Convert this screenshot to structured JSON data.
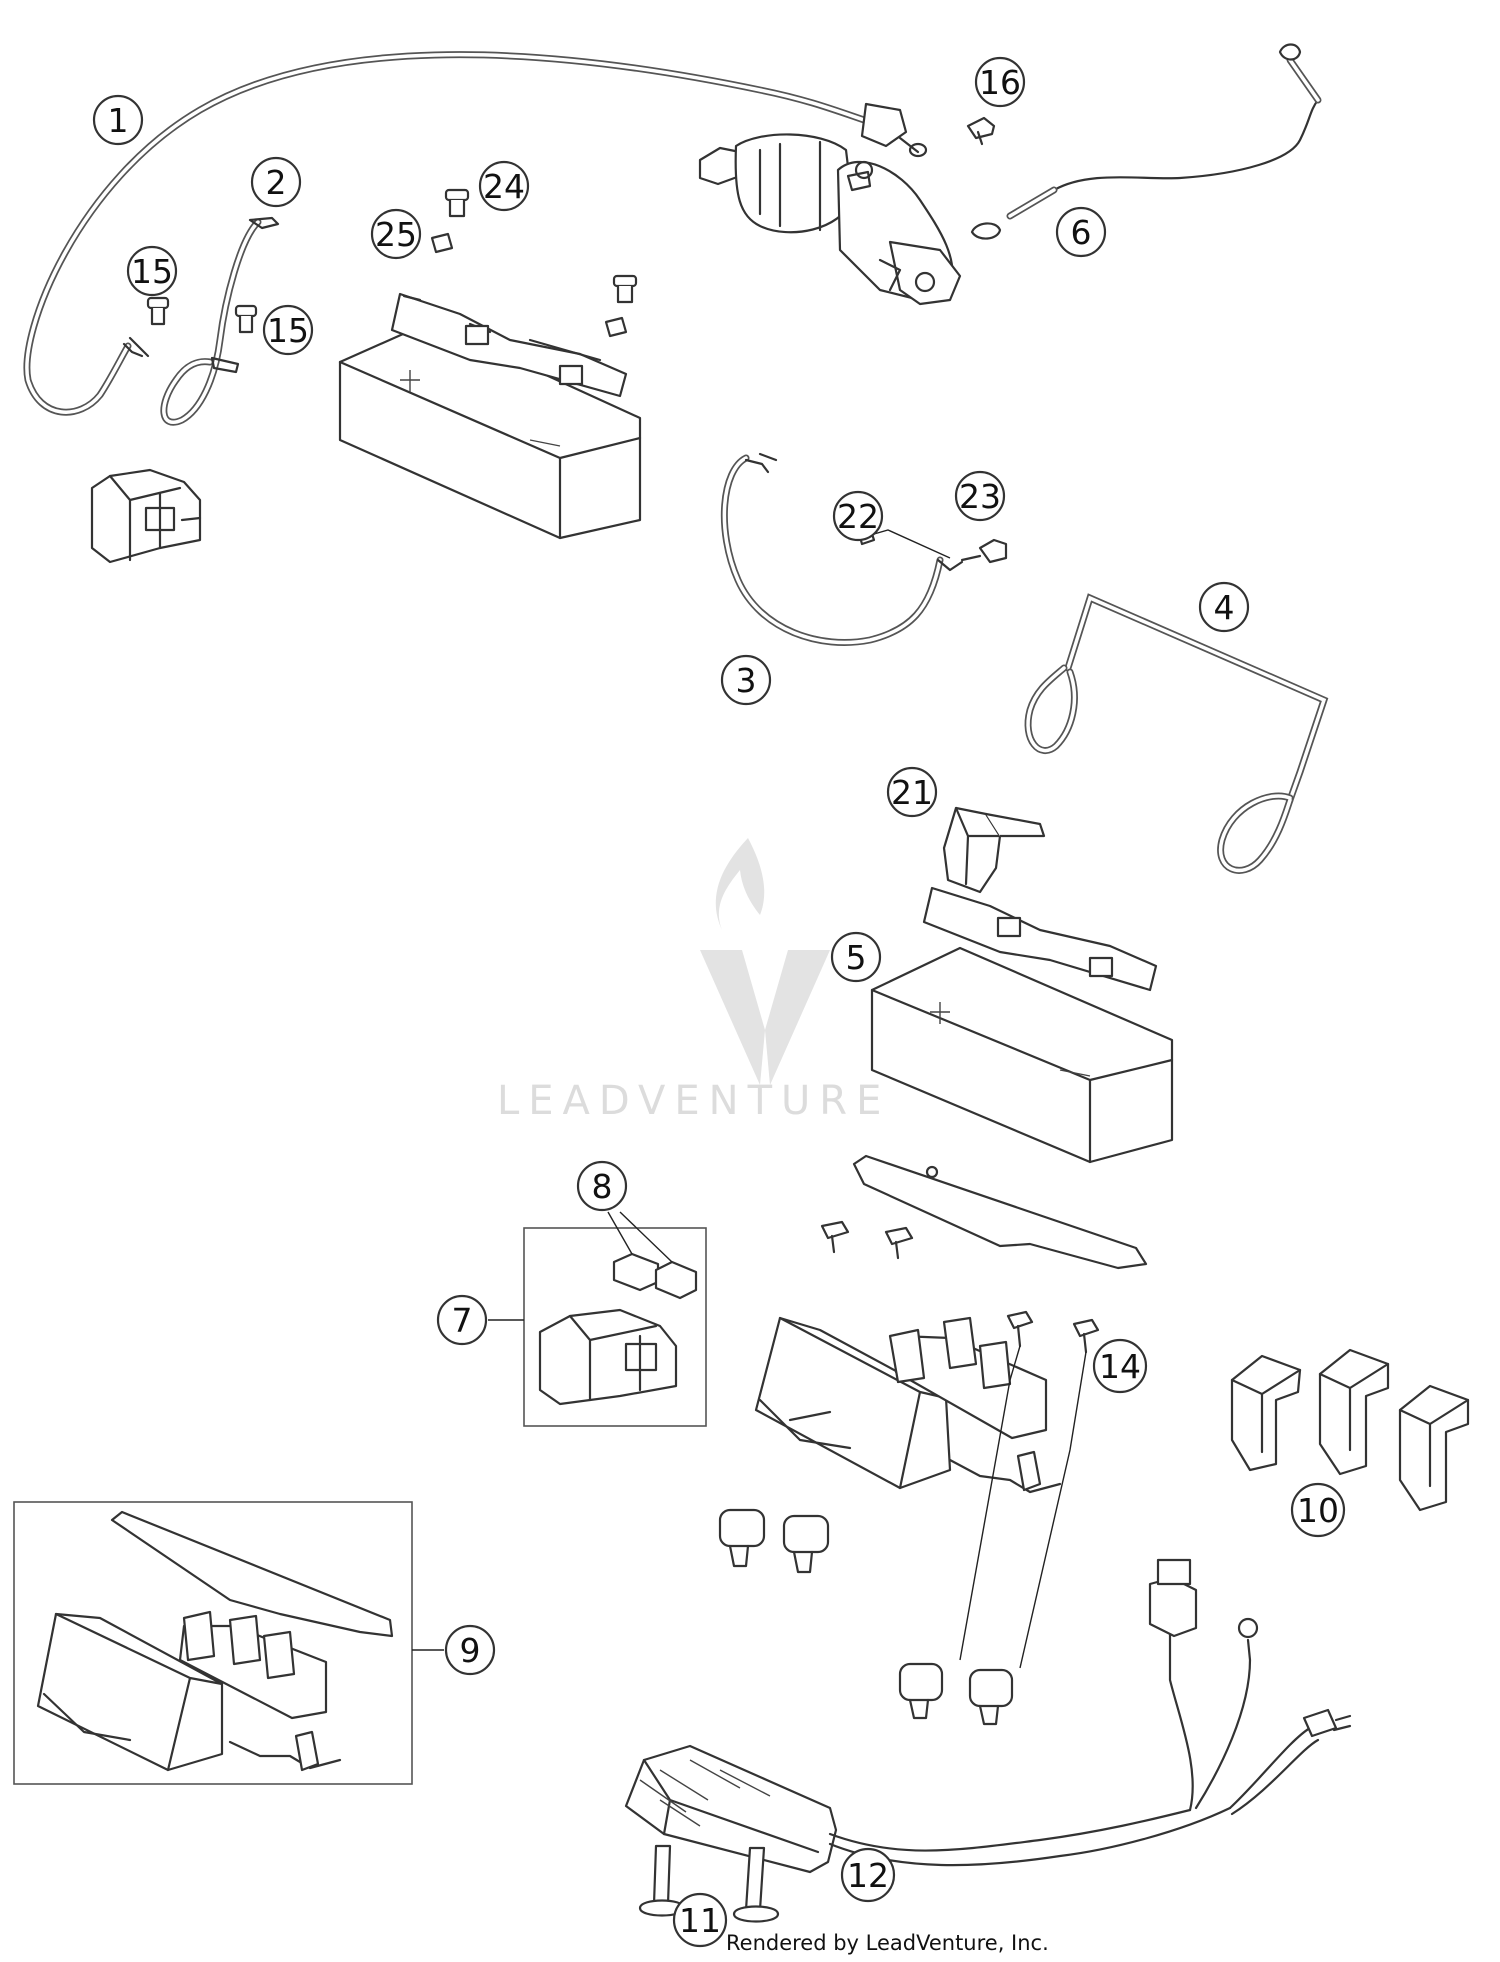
{
  "credit": "Rendered by LeadVenture, Inc.",
  "watermark": {
    "text": "LEADVENTURE"
  },
  "callouts": [
    {
      "id": "c1",
      "label": "1"
    },
    {
      "id": "c2",
      "label": "2"
    },
    {
      "id": "c3",
      "label": "3"
    },
    {
      "id": "c4",
      "label": "4"
    },
    {
      "id": "c5",
      "label": "5"
    },
    {
      "id": "c6",
      "label": "6"
    },
    {
      "id": "c7",
      "label": "7"
    },
    {
      "id": "c8",
      "label": "8"
    },
    {
      "id": "c9",
      "label": "9"
    },
    {
      "id": "c10",
      "label": "10"
    },
    {
      "id": "c11",
      "label": "11"
    },
    {
      "id": "c12",
      "label": "12"
    },
    {
      "id": "c14",
      "label": "14"
    },
    {
      "id": "c15a",
      "label": "15"
    },
    {
      "id": "c15b",
      "label": "15"
    },
    {
      "id": "c16",
      "label": "16"
    },
    {
      "id": "c21",
      "label": "21"
    },
    {
      "id": "c22",
      "label": "22"
    },
    {
      "id": "c23",
      "label": "23"
    },
    {
      "id": "c24",
      "label": "24"
    },
    {
      "id": "c25",
      "label": "25"
    }
  ]
}
